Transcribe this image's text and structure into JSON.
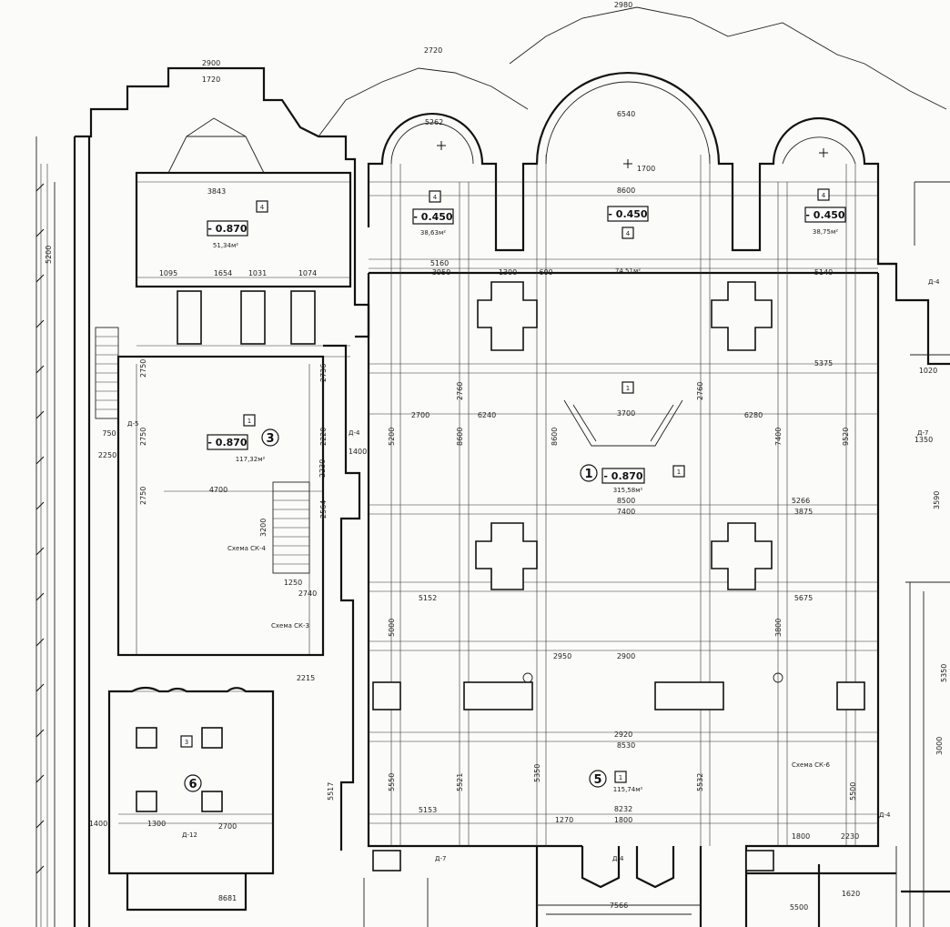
{
  "levels": {
    "nw_room": "- 0.870",
    "west_hall": "- 0.870",
    "nave_center": "- 0.870",
    "apse_left": "- 0.450",
    "apse_center": "- 0.450",
    "apse_right": "- 0.450"
  },
  "room_numbers": {
    "center": "1",
    "west_hall": "3",
    "south_hall": "5",
    "sw_room": "6"
  },
  "tags": {
    "nw_room": "4",
    "apse_left": "4",
    "apse_center": "4",
    "apse_right": "4",
    "apse_center_under": "4",
    "west_hall": "1",
    "center": "1",
    "south": "1",
    "nave_top": "1",
    "sw_room": "3"
  },
  "areas": {
    "nw_room": "51,34м²",
    "west_hall": "117,32м²",
    "nave_center": "315,58м²",
    "south_hall": "115,74м²",
    "apse_left": "38,63м²",
    "apse_center": "74,51м²",
    "apse_right": "38,75м²"
  },
  "labels": {
    "stair_note": "Схема СК-4",
    "stair_note2": "Схема СК-3",
    "south_note": "Схема СК-6",
    "door_d5": "Д-5",
    "door_d4": "Д-4",
    "door_d7": "Д-7",
    "door_d4b": "Д-4",
    "door_d7b": "Д-7",
    "door_d12": "Д-12",
    "door_d4c": "Д-4",
    "door_d4d": "Д-4"
  },
  "dims_h": {
    "top_apse_l": "2720",
    "top_apse_c": "2980",
    "top_nw": "2900",
    "nw_1720": "1720",
    "apse_l_width": "5262",
    "apse_c_width": "6540",
    "apse_c_1700": "1700",
    "nw_room_3843": "3843",
    "nw_1095": "1095",
    "nw_1654": "1654",
    "nw_1031": "1031",
    "nw_1074": "1074",
    "nave_8600": "8600",
    "nave_8500": "8500",
    "nave_7400": "7400",
    "nave_5160": "5160",
    "nave_3950": "3950",
    "nave_1300": "1300",
    "nave_600": "600",
    "nave_3700": "3700",
    "nave_6240": "6240",
    "nave_6280": "6280",
    "nave_2700": "2700",
    "nave_5266": "5266",
    "nave_3875": "3875",
    "nave_5675": "5675",
    "nave_5152": "5152",
    "nave_8530": "8530",
    "s_2900": "2900",
    "s_2950": "2950",
    "s_5153": "5153",
    "s_1800": "1800",
    "s_2920": "2920",
    "s_1270": "1270",
    "s_8232": "8232",
    "w_4700": "4700",
    "w_1250": "1250",
    "w_2250": "2250",
    "w_2740": "2740",
    "w_1400": "1400",
    "w_2215": "2215",
    "w_750": "750",
    "sw_1300": "1300",
    "sw_2700": "2700",
    "sw_8681": "8681",
    "sw_1400": "1400",
    "bottom_7566": "7566",
    "bottom_5500": "5500",
    "bottom_1620": "1620",
    "se_1800": "1800",
    "se_2230": "2230",
    "e_1350": "1350",
    "e_5375": "5375",
    "e_5140": "5140",
    "e_1020": "1020"
  },
  "dims_v": {
    "w_2750a": "2750",
    "w_2750b": "2750",
    "w_2750c": "2750",
    "w_2736": "2736",
    "w_3200": "3200",
    "w_2220": "2220",
    "w_2230": "2230",
    "w_2564": "2564",
    "n_8600a": "8600",
    "n_8600b": "8600",
    "n_7400": "7400",
    "n_9520": "9520",
    "n_5200": "5200",
    "n_5000": "5000",
    "n_3800": "3800",
    "n_2760a": "2760",
    "n_2760b": "2760",
    "s_5350": "5350",
    "s_5532": "5532",
    "s_5521": "5521",
    "s_5517": "5517",
    "s_5550": "5550",
    "e_3590": "3590",
    "e_5350": "5350",
    "e_3000": "3000",
    "e_5500": "5500",
    "far_5200": "5200"
  }
}
